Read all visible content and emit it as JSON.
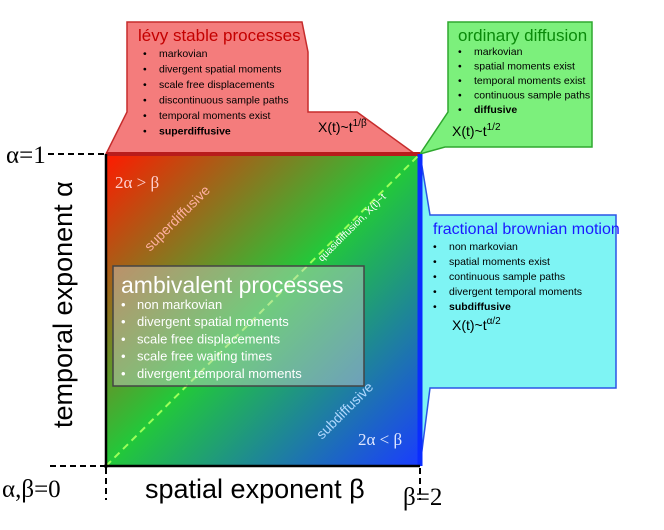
{
  "axes": {
    "x_label": "spatial exponent β",
    "y_label": "temporal exponent α",
    "origin_label": "α,β=0",
    "alpha_one_label": "α=1",
    "beta_two_label": "β=2"
  },
  "regions": {
    "ineq_top": "2α > β",
    "ineq_bottom": "2α < β",
    "superdiffusive_label": "superdiffusive",
    "subdiffusive_label": "subdiffusive",
    "quasi_label": "quasidiffusion, X(t)~t"
  },
  "levy": {
    "title": "lévy stable processes",
    "items": [
      "markovian",
      "divergent spatial moments",
      "scale free displacements",
      "discontinuous sample paths",
      "temporal moments exist"
    ],
    "bold_item": "superdiffusive",
    "formula_base": "X(t)~t",
    "formula_exp": "1/β",
    "color": "#f47c7c"
  },
  "ordinary": {
    "title": "ordinary diffusion",
    "items": [
      "markovian",
      "spatial moments exist",
      "temporal moments exist",
      "continuous sample paths"
    ],
    "bold_item": "diffusive",
    "formula_base": "X(t)~t",
    "formula_exp": "1/2",
    "color": "#7cf07c"
  },
  "fbm": {
    "title": "fractional brownian motion",
    "items": [
      "non markovian",
      "spatial moments exist",
      "continuous sample paths",
      "divergent temporal moments"
    ],
    "bold_item": "subdiffusive",
    "formula_base": "X(t)~t",
    "formula_exp": "α/2",
    "color": "#7ef4f4"
  },
  "ambivalent": {
    "title": "ambivalent processes",
    "items": [
      "non markovian",
      "divergent spatial moments",
      "scale free displacements",
      "scale free waiting times",
      "divergent temporal moments"
    ]
  }
}
